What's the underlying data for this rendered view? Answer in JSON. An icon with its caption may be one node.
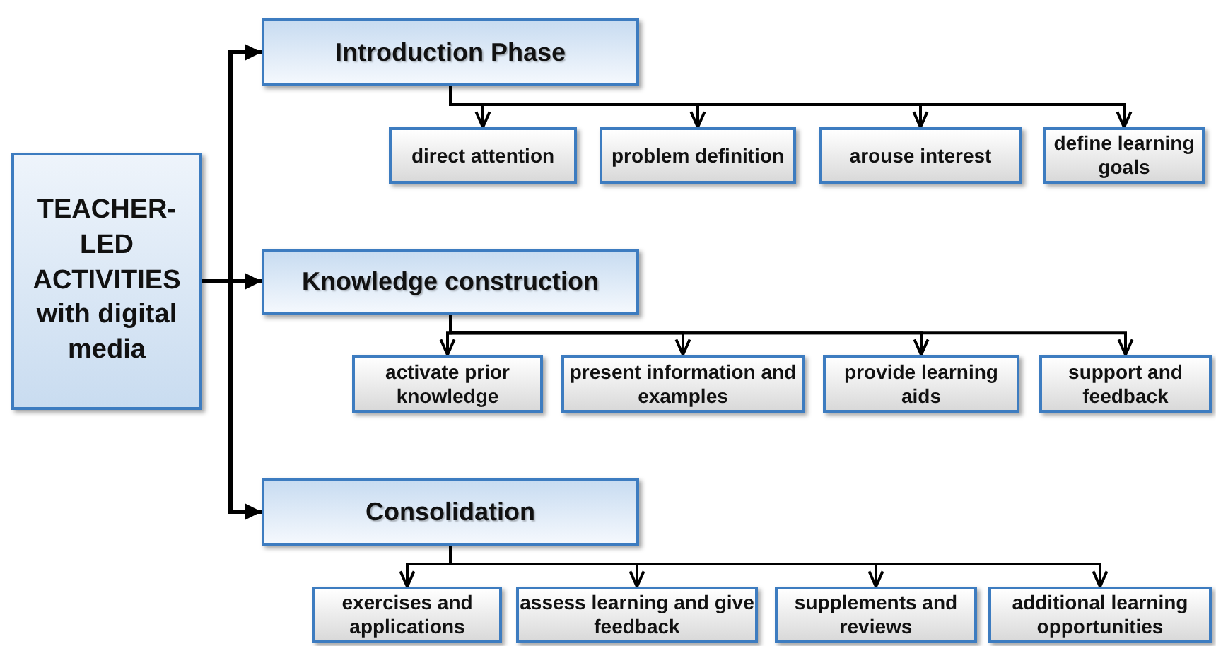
{
  "diagram": {
    "nodes": [
      {
        "text": [
          "TEACHER-LED ACTIVITIES with digital media"
        ]
      },
      {
        "text": [
          "Introduction Phase"
        ]
      },
      {
        "text": [
          "direct attention"
        ]
      },
      {
        "text": [
          "problem definition"
        ]
      },
      {
        "text": [
          "arouse interest"
        ]
      },
      {
        "text": [
          "define learning goals"
        ]
      },
      {
        "text": [
          "Knowledge construction"
        ]
      },
      {
        "text": [
          "activate prior knowledge"
        ]
      },
      {
        "text": [
          "present information and examples"
        ]
      },
      {
        "text": [
          "provide learning aids"
        ]
      },
      {
        "text": [
          "support and feedback"
        ]
      },
      {
        "text": [
          "Consolidation"
        ]
      },
      {
        "text": [
          "exercises and applications"
        ]
      },
      {
        "text": [
          "assess learning and give feedback"
        ]
      },
      {
        "text": [
          "supplements and reviews"
        ]
      },
      {
        "text": [
          "additional learning opportunities"
        ]
      }
    ],
    "edges": [
      {
        "from": 0,
        "to": 1,
        "arrow": "to"
      },
      {
        "from": 0,
        "to": 6,
        "arrow": "to"
      },
      {
        "from": 0,
        "to": 11,
        "arrow": "to"
      },
      {
        "from": 1,
        "to": 2,
        "arrow": "to"
      },
      {
        "from": 1,
        "to": 3,
        "arrow": "to"
      },
      {
        "from": 1,
        "to": 4,
        "arrow": "to"
      },
      {
        "from": 1,
        "to": 5,
        "arrow": "to"
      },
      {
        "from": 6,
        "to": 7,
        "arrow": "to"
      },
      {
        "from": 6,
        "to": 8,
        "arrow": "to"
      },
      {
        "from": 6,
        "to": 9,
        "arrow": "to"
      },
      {
        "from": 6,
        "to": 10,
        "arrow": "to"
      },
      {
        "from": 11,
        "to": 12,
        "arrow": "to"
      },
      {
        "from": 11,
        "to": 13,
        "arrow": "to"
      },
      {
        "from": 11,
        "to": 14,
        "arrow": "to"
      },
      {
        "from": 11,
        "to": 15,
        "arrow": "to"
      }
    ]
  }
}
